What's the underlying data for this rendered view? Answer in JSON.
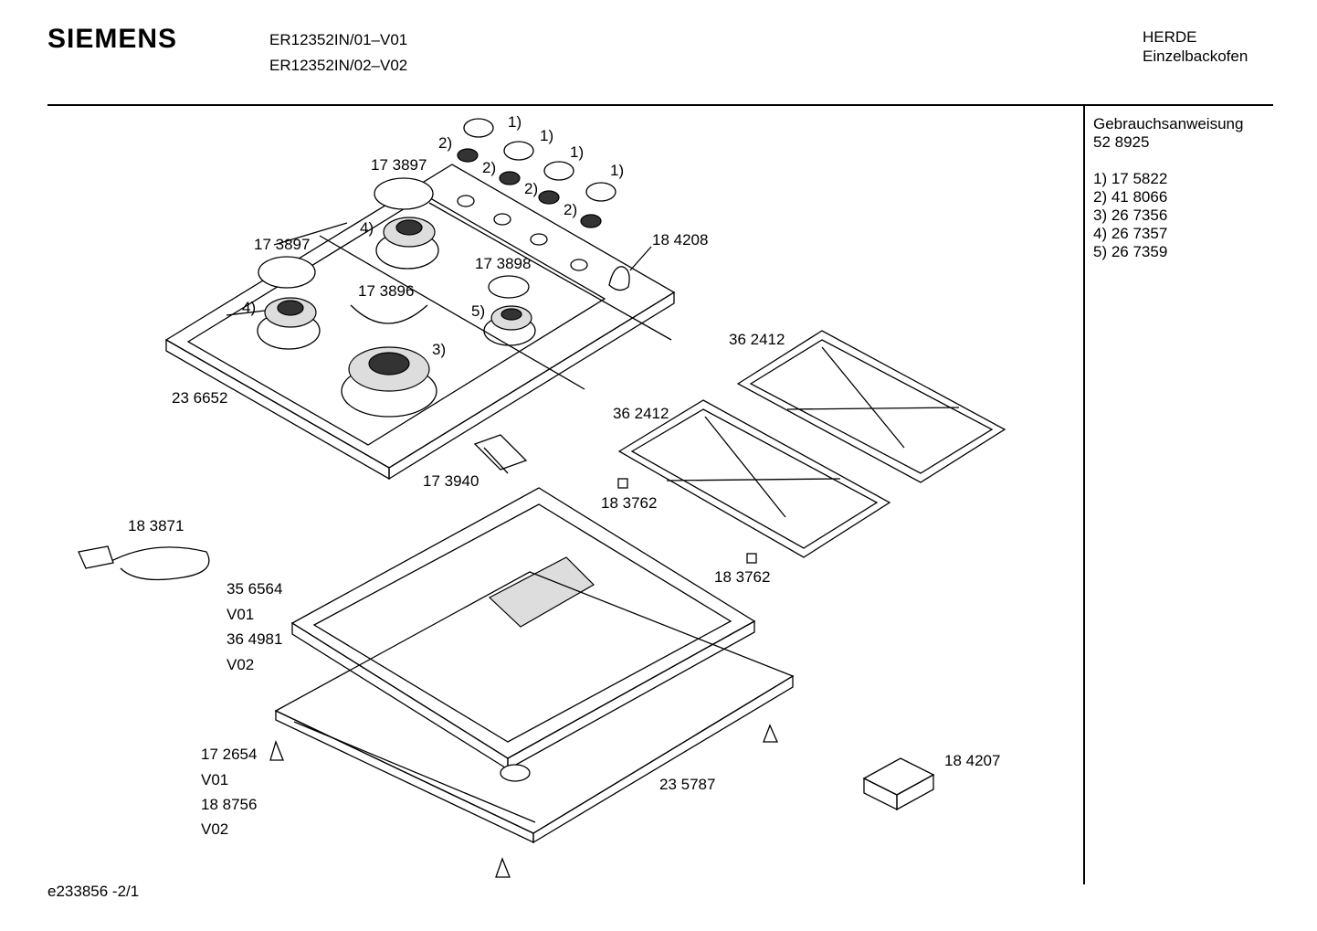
{
  "header": {
    "brand": "SIEMENS",
    "models": [
      "ER12352IN/01–V01",
      "ER12352IN/02–V02"
    ],
    "category": [
      "HERDE",
      "Einzelbackofen"
    ]
  },
  "legend": {
    "title": "Gebrauchsanweisung",
    "doc_number": "52 8925",
    "items": [
      "1) 17 5822",
      "2) 41 8066",
      "3) 26 7356",
      "4) 26 7357",
      "5) 26 7359"
    ]
  },
  "footer": {
    "code": "e233856 -2/1"
  },
  "parts": {
    "knob": "1)",
    "knob_ring": "2)",
    "burner_large": "3)",
    "burner_medium": "4)",
    "burner_small": "5)",
    "cap_top": "17 3897",
    "cap_left": "17 3897",
    "cap_small": "17 3898",
    "cap_large": "17 3896",
    "ignition_button": "18 4208",
    "hob_top": "23 6652",
    "grate_rear": "36 2412",
    "grate_front": "36 2412",
    "connector": "17 3940",
    "foot_upper": "18 3762",
    "foot_lower": "18 3762",
    "power_cord": "18 3871",
    "frame_v01": "35 6564",
    "frame_v01_tag": "V01",
    "frame_v02": "36 4981",
    "frame_v02_tag": "V02",
    "foot_v01": "17 2654",
    "foot_v01_tag": "V01",
    "foot_v02": "18 8756",
    "foot_v02_tag": "V02",
    "base_tray": "23 5787",
    "junction_box": "18 4207"
  }
}
